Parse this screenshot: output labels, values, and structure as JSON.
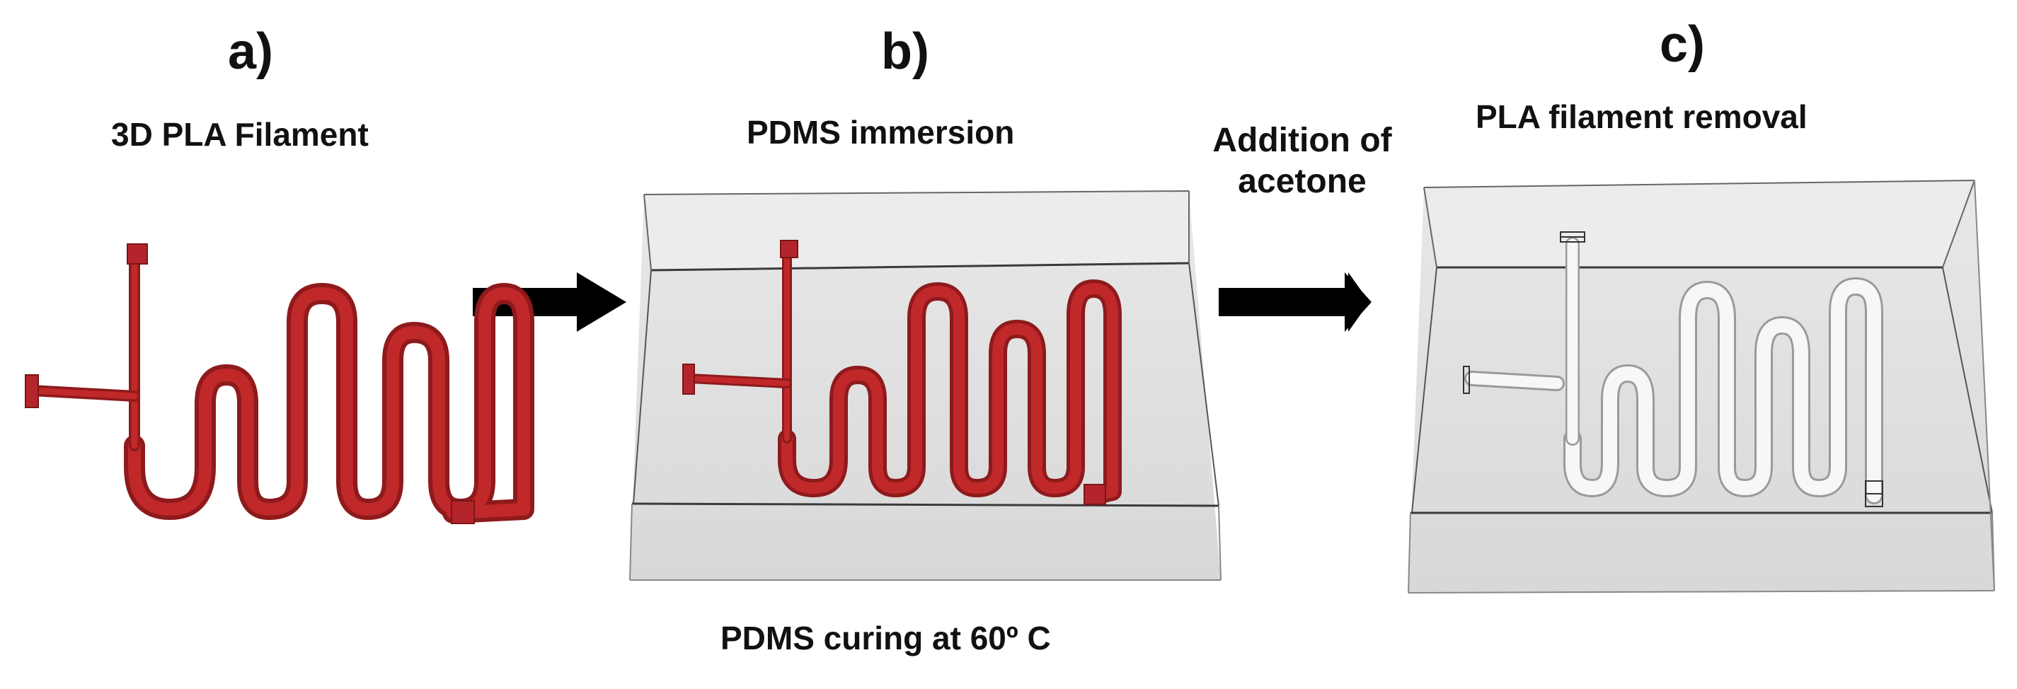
{
  "panels": {
    "a": {
      "letter": "a)",
      "caption": "3D PLA Filament"
    },
    "b": {
      "letter": "b)",
      "caption": "PDMS immersion",
      "bottom_caption": "PDMS curing at 60º C"
    },
    "c": {
      "letter": "c)",
      "caption": "PLA filament removal"
    }
  },
  "steps": {
    "step2": [
      "Addition of",
      "acetone"
    ]
  },
  "colors": {
    "filament": "#c0282a",
    "filament_dark": "#8e1a1c",
    "pdms_block": "#e4e4e4",
    "pdms_edge": "#3a3a3a",
    "arrow": "#000000"
  }
}
